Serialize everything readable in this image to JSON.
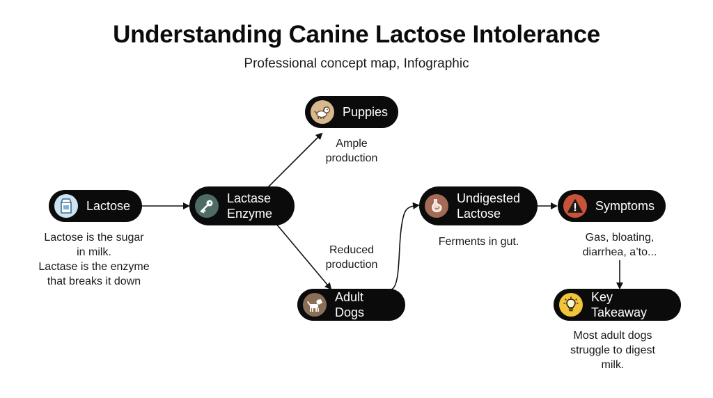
{
  "header": {
    "title": "Understanding Canine Lactose Intolerance",
    "subtitle": "Professional concept map, Infographic"
  },
  "nodes": {
    "lactose": {
      "label": "Lactose",
      "icon": "milk-carton-icon",
      "icon_bg": "#cde3f2"
    },
    "enzyme": {
      "label": "Lactase\nEnzyme",
      "icon": "key-icon",
      "icon_bg": "#4f6b66"
    },
    "puppies": {
      "label": "Puppies",
      "icon": "puppy-icon",
      "icon_bg": "#d8b98d"
    },
    "adult_dogs": {
      "label": "Adult Dogs",
      "icon": "dog-icon",
      "icon_bg": "#8a6e55"
    },
    "undigested": {
      "label": "Undigested\nLactose",
      "icon": "stomach-icon",
      "icon_bg": "#a36a55"
    },
    "symptoms": {
      "label": "Symptoms",
      "icon": "warning-icon",
      "icon_bg": "#c9533a"
    },
    "takeaway": {
      "label": "Key Takeaway",
      "icon": "lightbulb-icon",
      "icon_bg": "#f3c43a"
    }
  },
  "notes": {
    "lactose": "Lactose is the sugar\nin milk.\nLactase is the enzyme\nthat breaks it down",
    "puppies": "Ample\nproduction",
    "adult_dogs": "Reduced\nproduction",
    "undigested": "Ferments in gut.",
    "symptoms": "Gas, bloating,\ndiarrhea, a’to...",
    "takeaway": "Most adult dogs\nstruggle to digest\nmilk."
  }
}
